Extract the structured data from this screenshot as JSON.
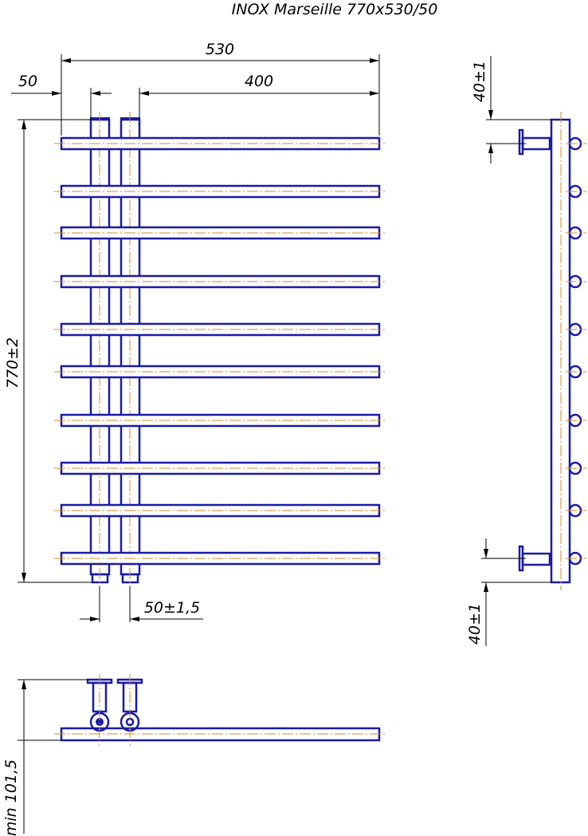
{
  "title": "INOX Marseille 770x530/50",
  "dimensions": {
    "width_total": "530",
    "offset_left": "50",
    "width_bars": "400",
    "height": "770±2",
    "pipe_spacing": "50±1,5",
    "side_top": "40±1",
    "side_bottom": "40±1",
    "wall_min": "min 101,5"
  },
  "bar_count": 10,
  "colors": {
    "outline": "#1a1aa6",
    "centerline": "#d98a2b",
    "dimension": "#000000"
  }
}
